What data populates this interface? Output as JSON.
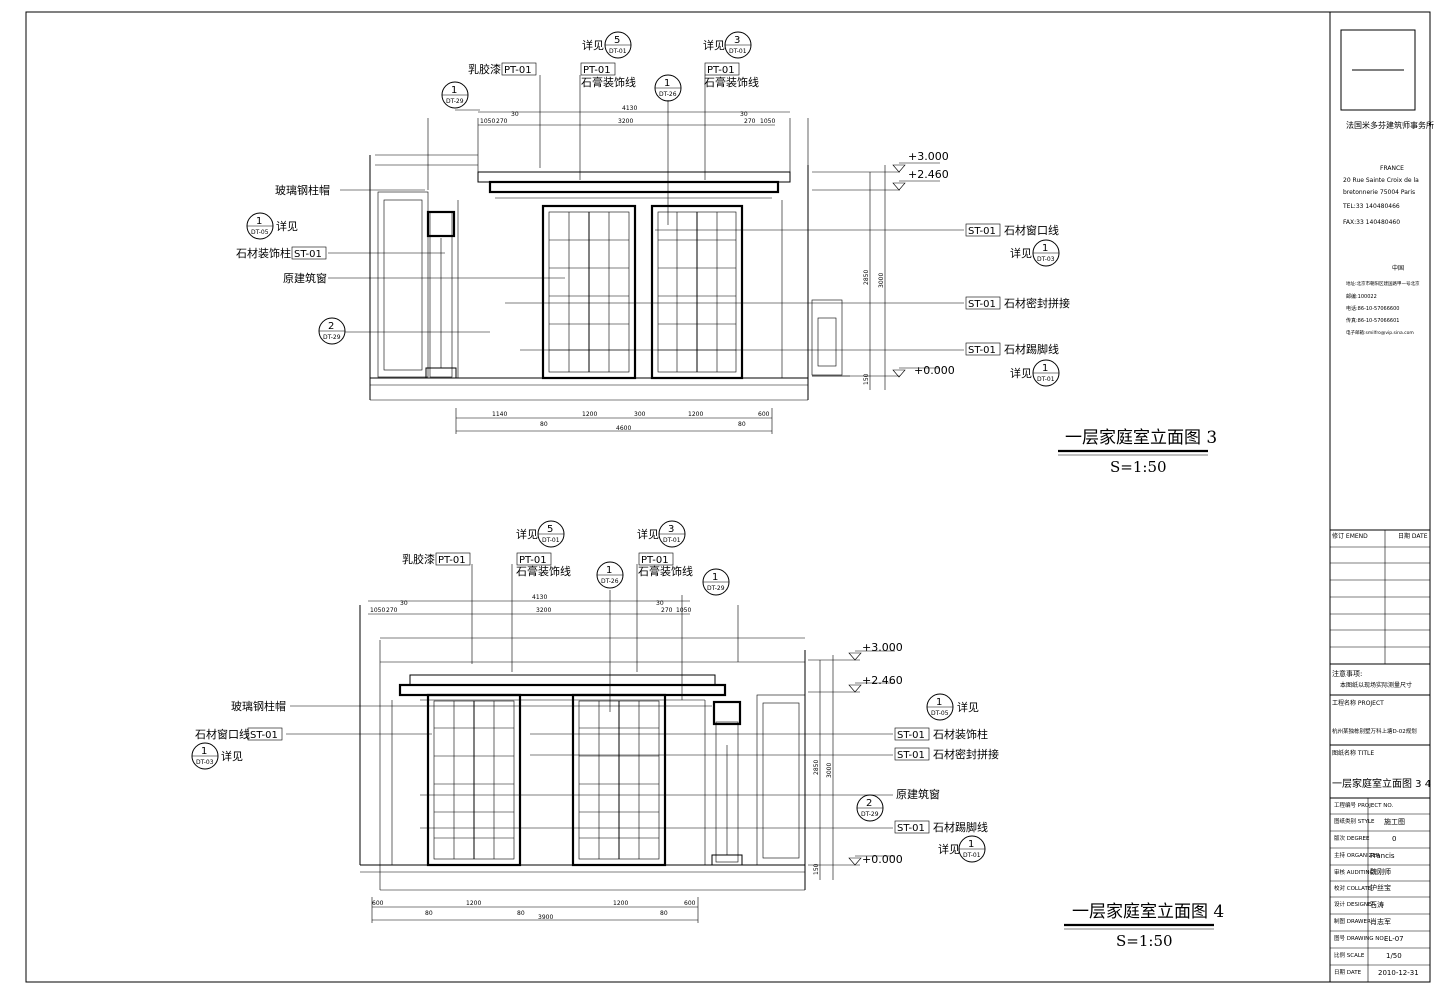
{
  "elevation3": {
    "title": "一层家庭室立面图 3",
    "scale": "S=1:50",
    "labels": {
      "latex_paint": "乳胶漆",
      "latex_code": "PT-01",
      "plaster_code_a": "PT-01",
      "plaster_a": "石膏装饰线",
      "plaster_code_b": "PT-01",
      "plaster_b": "石膏装饰线",
      "see_a": "详见",
      "see_b": "详见",
      "glass_cap": "玻璃钢柱帽",
      "see_c": "详见",
      "stone_column": "石材装饰柱",
      "stone_column_code": "ST-01",
      "orig_window": "原建筑窗",
      "win_line_code": "ST-01",
      "win_line": "石材窗口线",
      "see_d": "详见",
      "seal_code": "ST-01",
      "seal": "石材密封拼接",
      "skirt_code": "ST-01",
      "skirt": "石材踢脚线",
      "see_e": "详见"
    },
    "bubbles": [
      {
        "num": "5",
        "ref": "DT-01"
      },
      {
        "num": "3",
        "ref": "DT-01"
      },
      {
        "num": "1",
        "ref": "DT-29"
      },
      {
        "num": "1",
        "ref": "DT-26"
      },
      {
        "num": "1",
        "ref": "DT-05"
      },
      {
        "num": "2",
        "ref": "DT-29"
      },
      {
        "num": "1",
        "ref": "DT-03"
      },
      {
        "num": "1",
        "ref": "DT-01"
      }
    ],
    "levels": [
      "+3.000",
      "+2.460",
      "+0.000"
    ],
    "dims_top": [
      "4130",
      "3200",
      "1050",
      "270",
      "30",
      "30",
      "270",
      "1050"
    ],
    "dims_bottom": [
      "1140",
      "80",
      "1200",
      "300",
      "1200",
      "80",
      "600",
      "4600"
    ],
    "dims_vert": [
      "2850",
      "3000",
      "150"
    ]
  },
  "elevation4": {
    "title": "一层家庭室立面图 4",
    "scale": "S=1:50",
    "labels": {
      "see_a": "详见",
      "see_b": "详见",
      "latex_paint": "乳胶漆",
      "latex_code": "PT-01",
      "plaster_code_a": "PT-01",
      "plaster_a": "石膏装饰线",
      "plaster_code_b": "PT-01",
      "plaster_b": "石膏装饰线",
      "glass_cap": "玻璃钢柱帽",
      "win_line": "石材窗口线",
      "win_line_code": "ST-01",
      "see_c": "详见",
      "see_d": "详见",
      "stone_column_code": "ST-01",
      "stone_column": "石材装饰柱",
      "seal_code": "ST-01",
      "seal": "石材密封拼接",
      "orig_window": "原建筑窗",
      "skirt_code": "ST-01",
      "skirt": "石材踢脚线",
      "see_e": "详见"
    },
    "bubbles": [
      {
        "num": "5",
        "ref": "DT-01"
      },
      {
        "num": "3",
        "ref": "DT-01"
      },
      {
        "num": "1",
        "ref": "DT-26"
      },
      {
        "num": "1",
        "ref": "DT-29"
      },
      {
        "num": "1",
        "ref": "DT-05"
      },
      {
        "num": "1",
        "ref": "DT-03"
      },
      {
        "num": "2",
        "ref": "DT-29"
      },
      {
        "num": "1",
        "ref": "DT-01"
      }
    ],
    "levels": [
      "+3.000",
      "+2.460",
      "+0.000"
    ],
    "dims_top": [
      "4130",
      "3200",
      "1050",
      "270",
      "30",
      "30",
      "270",
      "1050"
    ],
    "dims_bottom": [
      "600",
      "80",
      "1200",
      "80",
      "1200",
      "80",
      "600",
      "3900"
    ],
    "dims_vert": [
      "2850",
      "3000",
      "150"
    ]
  },
  "title_block": {
    "firm": "法国米多芬建筑师事务所",
    "address": [
      "FRANCE",
      "20 Rue Sainte Croix de la",
      "bretonnerie 75004 Paris",
      "TEL:33 140480466",
      "FAX:33 140480460"
    ],
    "china": "中国",
    "china_lines": [
      "地址:北京市朝阳区建国路甲一号北京",
      "邮编:100022",
      "电话:86-10-57066600",
      "传真:86-10-57066601",
      "电子邮箱:smilfro@vip.sina.com"
    ],
    "revision": "修订\nEMEND",
    "date": "日期\nDATE",
    "notes_label": "注意事项:",
    "notes_text": "本图纸以现场实际测量尺寸",
    "project_label": "工程名称\nPROJECT",
    "project": "杭州某独栋别墅万科上塘D-02规划",
    "drawing_title_label": "图纸名称\nTITLE",
    "drawing_title": "一层家庭室立面图 3 4",
    "fields": [
      {
        "label": "工程编号\nPROJECT NO.",
        "value": ""
      },
      {
        "label": "图纸类别\nSTYLE",
        "value": "施工图"
      },
      {
        "label": "版次\nDEGREE",
        "value": "0"
      },
      {
        "label": "主持\nORGANIZER",
        "value": "Francis"
      },
      {
        "label": "审核\nAUDITING",
        "value": "魏刚师"
      },
      {
        "label": "校对\nCOLLATE",
        "value": "护丝宝"
      },
      {
        "label": "设计\nDESIGNER",
        "value": "石涛"
      },
      {
        "label": "制图\nDRAWER",
        "value": "肖志军"
      },
      {
        "label": "图号\nDRAWING NO.",
        "value": "EL-07"
      },
      {
        "label": "比例\nSCALE",
        "value": "1/50"
      },
      {
        "label": "日期\nDATE",
        "value": "2010-12-31"
      }
    ]
  }
}
